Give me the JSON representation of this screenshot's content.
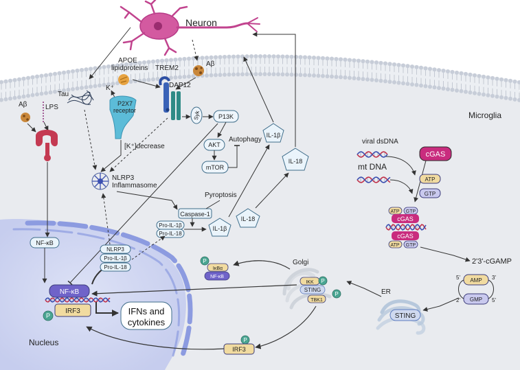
{
  "labels": {
    "neuron": "Neuron",
    "abeta_top": "Aβ",
    "apoe": "APOE",
    "lipoproteins": "lipidproteins",
    "trem2": "TREM2",
    "dap12": "DAP12",
    "tau": "Tau",
    "k_plus": "K⁺",
    "p2x7": "P2X7",
    "receptor": "receptor",
    "abeta_left": "Aβ",
    "lps": "LPS",
    "syk": "Syk",
    "p13k": "P13K",
    "akt": "AKT",
    "mtor": "mTOR",
    "autophagy": "Autophagy",
    "il1b_membrane": "IL-1β",
    "il18_membrane": "IL-18",
    "k_decrease": "[K⁺]decrease",
    "nlrp3": "NLRP3",
    "inflammasome": "Inflammasome",
    "pyroptosis": "Pyroptosis",
    "caspase1": "Caspase-1",
    "pro_il1b": "Pro-IL-1β",
    "pro_il18": "Pro-IL-18",
    "il1b_cyto": "IL-1β",
    "il18_cyto": "IL-18",
    "microglia": "Microglia",
    "viral_dsdna": "viral dsDNA",
    "mt_dna": "mt DNA",
    "cgas": "cGAS",
    "atp": "ATP",
    "gtp": "GTP",
    "cgamp": "2'3'-cGAMP",
    "amp": "AMP",
    "gmp": "GMP",
    "five_prime": "5'",
    "three_prime": "3'",
    "two_prime": "2'",
    "er": "ER",
    "sting": "STING",
    "golgi": "Golgi",
    "ikk": "IKK",
    "tbk1": "TBK1",
    "p": "P",
    "ikba": "IκBα",
    "nfkb": "NF-κB",
    "irf3": "IRF3",
    "ifns_line1": "IFNs and",
    "ifns_line2": "cytokines",
    "nucleus": "Nucleus"
  },
  "colors": {
    "membrane_head": "#c7cdd8",
    "membrane_tail": "#eceff3",
    "cell": "#e9ebef",
    "nucleus": "#d4d9f2",
    "nuclear_envelope": "#8c9be0",
    "neuron": "#c1438e",
    "cgas": "#c92c7e",
    "nfkb": "#6f63c9",
    "irf3": "#f1dba0",
    "phospho": "#4aa592",
    "receptor_teal": "#2f8a86",
    "box_fill": "#eaf4fb",
    "box_stroke": "#3f6d8a",
    "dna_red": "#c2324a",
    "dna_blue": "#3b4fb0"
  },
  "icons": [
    "neuron-icon",
    "amyloid-beta-icon",
    "apoe-icon",
    "tau-tangle-icon",
    "p2x7-receptor-icon",
    "trem2-dap12-icon",
    "tlr4-receptor-icon",
    "nlrp3-inflammasome-icon",
    "dna-helix-icon",
    "golgi-icon",
    "er-icon"
  ]
}
